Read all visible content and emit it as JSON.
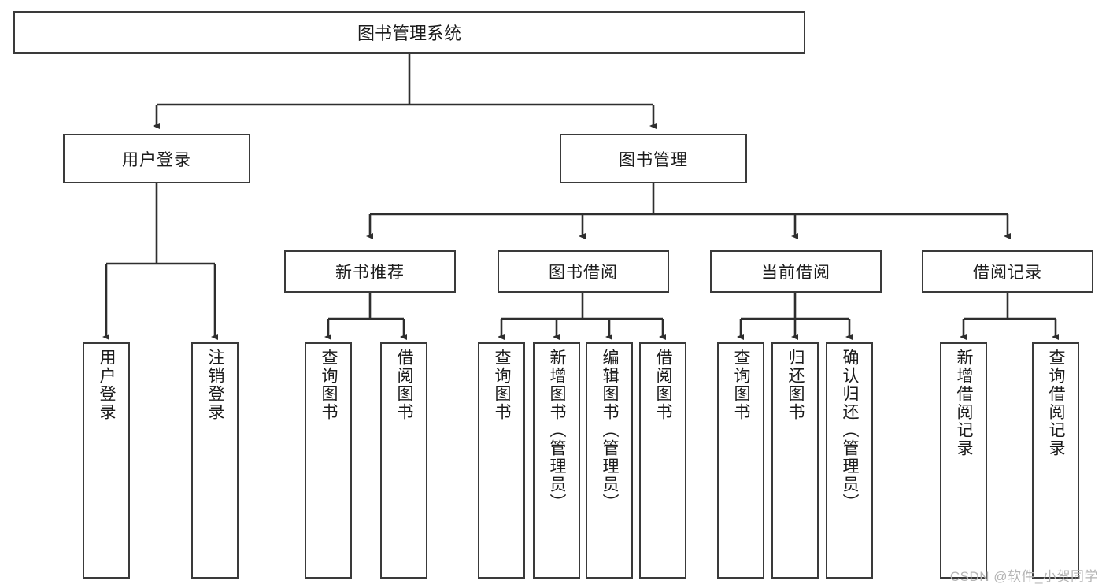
{
  "diagram": {
    "type": "hierarchy-tree",
    "title": "图书管理系统",
    "root": {
      "label": "图书管理系统"
    },
    "level2": [
      {
        "label": "用户登录"
      },
      {
        "label": "图书管理"
      }
    ],
    "level3": [
      {
        "label": "新书推荐"
      },
      {
        "label": "图书借阅"
      },
      {
        "label": "当前借阅"
      },
      {
        "label": "借阅记录"
      }
    ],
    "leaves": {
      "user_login": [
        {
          "label": "用户登录"
        },
        {
          "label": "注销登录"
        }
      ],
      "new_book_recommend": [
        {
          "label": "查询图书"
        },
        {
          "label": "借阅图书"
        }
      ],
      "book_borrow": [
        {
          "label": "查询图书"
        },
        {
          "label": "新增图书（管理员）"
        },
        {
          "label": "编辑图书（管理员）"
        },
        {
          "label": "借阅图书"
        }
      ],
      "current_borrow": [
        {
          "label": "查询图书"
        },
        {
          "label": "归还图书"
        },
        {
          "label": "确认归还（管理员）"
        }
      ],
      "borrow_record": [
        {
          "label": "新增借阅记录"
        },
        {
          "label": "查询借阅记录"
        }
      ]
    },
    "watermark": "CSDN @软件_小贺同学",
    "colors": {
      "stroke": "#3a3a3a",
      "background": "#ffffff",
      "text": "#1b1b1b",
      "watermark": "#b4b4b4"
    }
  }
}
